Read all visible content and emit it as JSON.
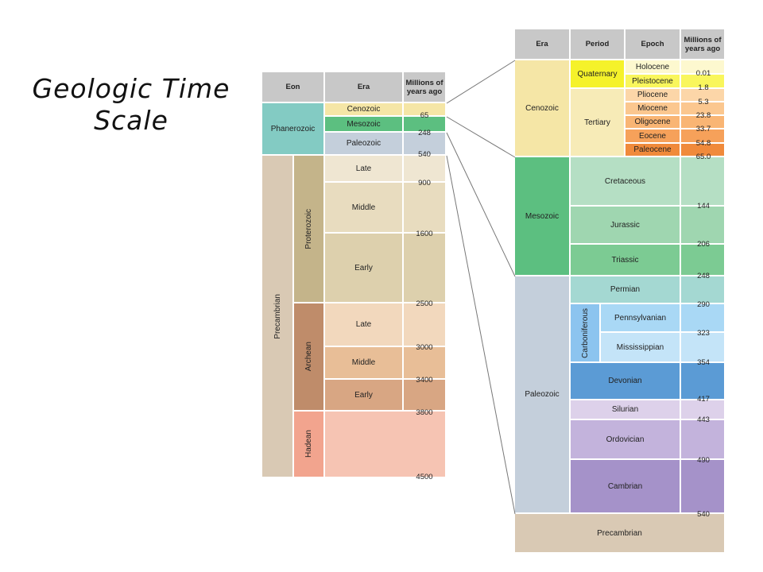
{
  "title_line1": "Geologic Time",
  "title_line2": "Scale",
  "left_table": {
    "headers": {
      "eon": "Eon",
      "era": "Era",
      "mya": "Millions of years ago"
    },
    "eons": {
      "phanerozoic": "Phanerozoic",
      "precambrian": "Precambrian"
    },
    "sub_eons": {
      "proterozoic": "Proterozoic",
      "archean": "Archean",
      "hadean": "Hadean"
    },
    "eras": {
      "cenozoic": "Cenozoic",
      "mesozoic": "Mesozoic",
      "paleozoic": "Paleozoic",
      "prot_late": "Late",
      "prot_middle": "Middle",
      "prot_early": "Early",
      "arch_late": "Late",
      "arch_middle": "Middle",
      "arch_early": "Early"
    },
    "dates": [
      "65",
      "248",
      "540",
      "900",
      "1600",
      "2500",
      "3000",
      "3400",
      "3800",
      "4500"
    ]
  },
  "right_table": {
    "headers": {
      "era": "Era",
      "period": "Period",
      "epoch": "Epoch",
      "mya": "Millions of years ago"
    },
    "eras": {
      "cenozoic": "Cenozoic",
      "mesozoic": "Mesozoic",
      "paleozoic": "Paleozoic",
      "precambrian": "Precambrian"
    },
    "periods": {
      "quaternary": "Quaternary",
      "tertiary": "Tertiary",
      "cretaceous": "Cretaceous",
      "jurassic": "Jurassic",
      "triassic": "Triassic",
      "permian": "Permian",
      "carboniferous": "Carboniferous",
      "pennsylvanian": "Pennsylvanian",
      "mississippian": "Mississippian",
      "devonian": "Devonian",
      "silurian": "Silurian",
      "ordovician": "Ordovician",
      "cambrian": "Cambrian"
    },
    "epochs": {
      "holocene": "Holocene",
      "pleistocene": "Pleistocene",
      "pliocene": "Pliocene",
      "miocene": "Miocene",
      "oligocene": "Oligocene",
      "eocene": "Eocene",
      "paleocene": "Paleocene"
    },
    "dates": [
      "0.01",
      "1.8",
      "5.3",
      "23.8",
      "33.7",
      "54.8",
      "65.0",
      "144",
      "206",
      "248",
      "290",
      "323",
      "354",
      "417",
      "443",
      "490",
      "540"
    ]
  },
  "colors": {
    "header_gray": "#c8c8c8",
    "cenozoic": "#f5e6a6",
    "mesozoic": "#5cbf80",
    "paleozoic": "#c4cfdb",
    "quaternary": "#f5f22a",
    "devonian": "#5b9bd5",
    "precambrian": "#d9c9b4"
  }
}
